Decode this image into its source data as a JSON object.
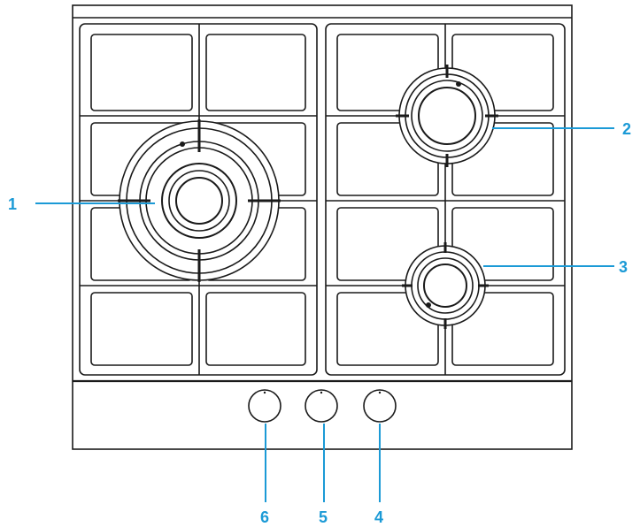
{
  "diagram": {
    "callouts": [
      {
        "number": "1",
        "target": "large-burner"
      },
      {
        "number": "2",
        "target": "upper-right-burner"
      },
      {
        "number": "3",
        "target": "lower-right-burner"
      },
      {
        "number": "4",
        "target": "right-knob"
      },
      {
        "number": "5",
        "target": "middle-knob"
      },
      {
        "number": "6",
        "target": "left-knob"
      }
    ]
  },
  "colors": {
    "line": "#1a1a1a",
    "callout": "#1b9ad6",
    "background": "#ffffff"
  }
}
